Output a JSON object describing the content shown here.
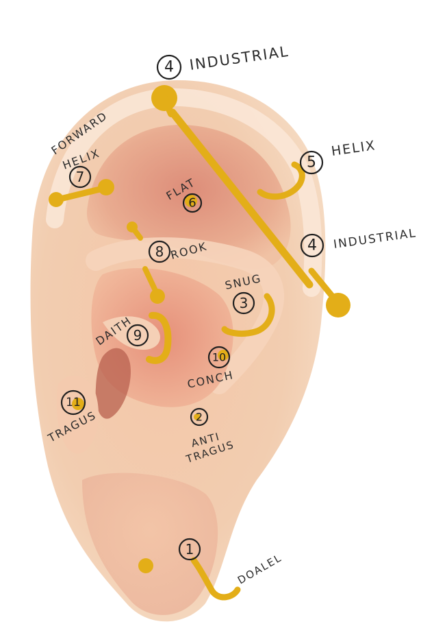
{
  "colors": {
    "jewelry": "#e3ae18",
    "skin_light": "#f7dcc3",
    "skin_mid": "#f0bfa2",
    "skin_shadow": "#d98e78",
    "skin_deep": "#b8604f",
    "ink": "#1f1f1f"
  },
  "piercings": [
    {
      "num": "1",
      "label": "DOALEL"
    },
    {
      "num": "2",
      "label_line1": "ANTI",
      "label_line2": "TRAGUS"
    },
    {
      "num": "3",
      "label": "SNUG"
    },
    {
      "num": "4",
      "label": "INDUSTRIAL"
    },
    {
      "num": "4",
      "label": "INDUSTRIAL"
    },
    {
      "num": "5",
      "label": "HELIX"
    },
    {
      "num": "6",
      "label": "FLAT"
    },
    {
      "num": "7",
      "label_line1": "FORWARD",
      "label_line2": "HELIX"
    },
    {
      "num": "8",
      "label": "ROOK"
    },
    {
      "num": "9",
      "label": "DAITH"
    },
    {
      "num": "10",
      "label": "CONCH"
    },
    {
      "num": "11",
      "label": "TRAGUS"
    }
  ]
}
